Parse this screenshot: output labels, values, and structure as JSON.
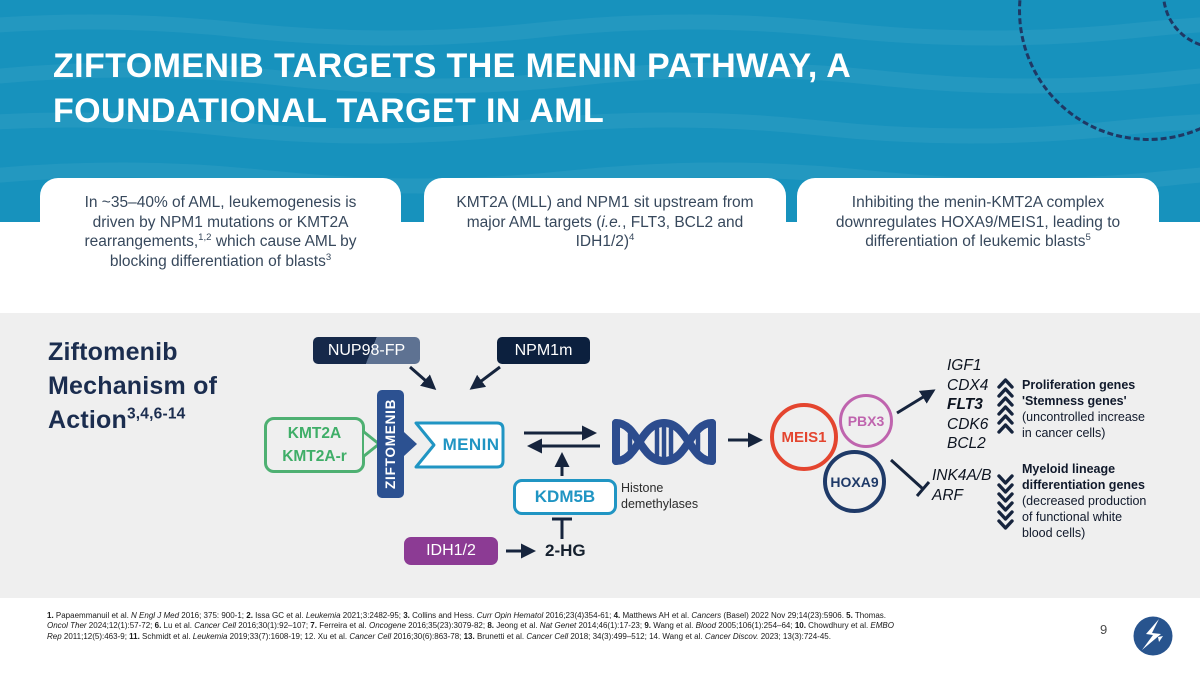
{
  "header": {
    "title_line1": "ZIFTOMENIB TARGETS THE MENIN PATHWAY, A",
    "title_line2": "FOUNDATIONAL TARGET IN AML"
  },
  "cards": [
    {
      "segments": [
        {
          "t": "In ~35–40% of AML, leukemogenesis is driven by NPM1 mutations or KMT2A rearrangements,"
        },
        {
          "t": "1,2",
          "sup": 1
        },
        {
          "t": " which cause AML by blocking differentiation of blasts"
        },
        {
          "t": "3",
          "sup": 1
        }
      ]
    },
    {
      "segments": [
        {
          "t": "KMT2A (MLL) and NPM1 sit upstream from major AML targets ("
        },
        {
          "t": "i.e.",
          "i": 1
        },
        {
          "t": ", FLT3, BCL2 and IDH1/2)"
        },
        {
          "t": "4",
          "sup": 1
        }
      ]
    },
    {
      "segments": [
        {
          "t": "Inhibiting the menin-KMT2A complex downregulates HOXA9/MEIS1, leading to differentiation of leukemic blasts"
        },
        {
          "t": "5",
          "sup": 1
        }
      ]
    }
  ],
  "diagram": {
    "heading_line1": "Ziftomenib",
    "heading_line2": "Mechanism of",
    "heading_line3": [
      {
        "t": "Action"
      },
      {
        "t": "3,4,6-14",
        "sup": 1
      }
    ],
    "nodes": {
      "nup98": "NUP98-FP",
      "npm1m": "NPM1m",
      "kmt2a_line1": "KMT2A",
      "kmt2a_line2": "KMT2A-r",
      "ziftomenib": "ZIFTOMENIB",
      "menin": "MENIN",
      "kdm5b": "KDM5B",
      "idh": "IDH1/2",
      "twohg": "2-HG",
      "meis1": "MEIS1",
      "pbx3": "PBX3",
      "hoxa9": "HOXA9"
    },
    "histone_label_line1": "Histone",
    "histone_label_line2": "demethylases",
    "proliferation_genes": [
      "IGF1",
      "CDX4",
      "FLT3",
      "CDK6",
      "BCL2"
    ],
    "suppressed_genes": [
      "INK4A/B",
      "ARF"
    ],
    "annotations": {
      "prolif_bold1": "Proliferation genes",
      "prolif_bold2": "'Stemness genes'",
      "prolif_rest1": "(uncontrolled increase",
      "prolif_rest2": "in cancer cells)",
      "myeloid_bold1": "Myeloid lineage",
      "myeloid_bold2": "differentiation genes",
      "myeloid_rest1": "(decreased production",
      "myeloid_rest2": "of functional white",
      "myeloid_rest3": "blood cells)"
    }
  },
  "footer": {
    "page_number": "9",
    "refs": [
      [
        {
          "t": "1.",
          "b": 1
        },
        {
          "t": " Papaemmanuil et al. "
        },
        {
          "t": "N Engl J Med",
          "i": 1
        },
        {
          "t": " 2016; 375: 900-1; "
        },
        {
          "t": "2.",
          "b": 1
        },
        {
          "t": " Issa GC et al. "
        },
        {
          "t": "Leukemia",
          "i": 1
        },
        {
          "t": " 2021;3:2482-95;  "
        },
        {
          "t": "3.",
          "b": 1
        },
        {
          "t": " Collins and Hess. "
        },
        {
          "t": "Curr Opin Hematol",
          "i": 1
        },
        {
          "t": " 2016;23(4)354-61; "
        },
        {
          "t": "4.",
          "b": 1
        },
        {
          "t": " Matthews AH et al. "
        },
        {
          "t": "Cancers",
          "i": 1
        },
        {
          "t": " (Basel) 2022 Nov 29;14(23):5906. "
        },
        {
          "t": "5.",
          "b": 1
        },
        {
          "t": " Thomas."
        }
      ],
      [
        {
          "t": "Oncol Ther",
          "i": 1
        },
        {
          "t": " 2024;12(1):57-72; "
        },
        {
          "t": "6.",
          "b": 1
        },
        {
          "t": " Lu et al. "
        },
        {
          "t": "Cancer Cell",
          "i": 1
        },
        {
          "t": " 2016;30(1):92–107; "
        },
        {
          "t": "7.",
          "b": 1
        },
        {
          "t": " Ferreira et al. "
        },
        {
          "t": "Oncogene",
          "i": 1
        },
        {
          "t": " 2016;35(23):3079-82; "
        },
        {
          "t": "8.",
          "b": 1
        },
        {
          "t": " Jeong et al. "
        },
        {
          "t": "Nat Genet",
          "i": 1
        },
        {
          "t": " 2014;46(1):17-23; "
        },
        {
          "t": "9.",
          "b": 1
        },
        {
          "t": " Wang et al. "
        },
        {
          "t": "Blood",
          "i": 1
        },
        {
          "t": " 2005;106(1):254–64; "
        },
        {
          "t": "10.",
          "b": 1
        },
        {
          "t": " Chowdhury et al. "
        },
        {
          "t": "EMBO",
          "i": 1
        }
      ],
      [
        {
          "t": "Rep",
          "i": 1
        },
        {
          "t": " 2011;12(5):463-9; "
        },
        {
          "t": "11.",
          "b": 1
        },
        {
          "t": " Schmidt et al. "
        },
        {
          "t": "Leukemia",
          "i": 1
        },
        {
          "t": " 2019;33(7):1608-19; 12. Xu et al. "
        },
        {
          "t": "Cancer Cell",
          "i": 1
        },
        {
          "t": " 2016;30(6):863-78; "
        },
        {
          "t": "13.",
          "b": 1
        },
        {
          "t": " Brunetti et al. "
        },
        {
          "t": "Cancer Cell",
          "i": 1
        },
        {
          "t": " 2018; 34(3):499–512; 14. Wang et al. "
        },
        {
          "t": "Cancer Discov.",
          "i": 1
        },
        {
          "t": " 2023; 13(3):724-45."
        }
      ]
    ]
  },
  "colors": {
    "header_teal": "#1792BD",
    "dark_navy": "#1B2D4F",
    "menin_teal": "#2095C3",
    "kmt2a_green": "#4EB072",
    "ziftomenib_navy": "#2C5191",
    "npm1m_navy": "#0C203E",
    "idh_purple": "#8C3B94",
    "meis1_red": "#E4452F",
    "pbx3_pink": "#BF64AE",
    "hoxa9_navy": "#1F3A68",
    "diagram_bg": "#EFEFEF"
  },
  "icons": [
    "wave-pattern-icon",
    "dashed-circle-icon",
    "dna-icon",
    "chevron-up-stack-icon",
    "chevron-down-stack-icon",
    "globe-logo-icon"
  ]
}
